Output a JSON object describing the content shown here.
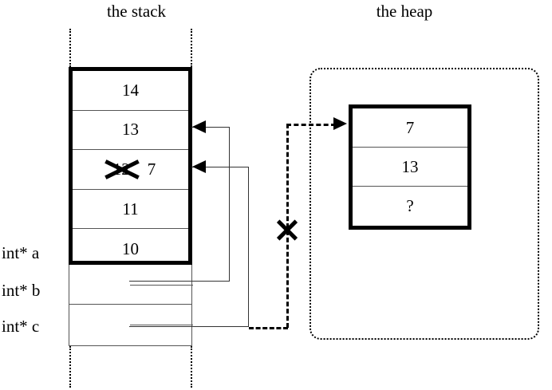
{
  "diagram": {
    "stack": {
      "title": "the stack",
      "cells": [
        {
          "value": "14",
          "replaced": null
        },
        {
          "value": "13",
          "replaced": null
        },
        {
          "value": "7",
          "replaced": "12"
        },
        {
          "value": "11",
          "replaced": null
        },
        {
          "value": "10",
          "replaced": null
        }
      ],
      "variables": [
        {
          "label": "int* a"
        },
        {
          "label": "int* b"
        },
        {
          "label": "int* c"
        }
      ]
    },
    "heap": {
      "title": "the heap",
      "cells": [
        {
          "value": "7"
        },
        {
          "value": "13"
        },
        {
          "value": "?"
        }
      ]
    },
    "annotations": {
      "invalid_pointer_mark": "X",
      "struck_value_mark": "X"
    },
    "colors": {
      "ink": "#000000",
      "rule": "#555555",
      "background": "#ffffff"
    }
  }
}
